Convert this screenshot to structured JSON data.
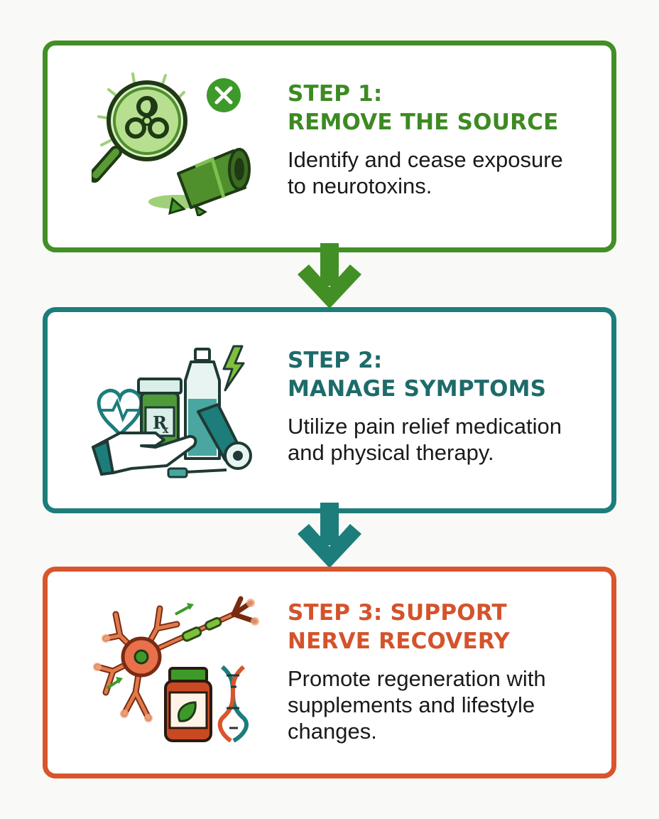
{
  "colors": {
    "step1": "#428f26",
    "step2": "#1c7d7b",
    "step3": "#d9552c"
  },
  "steps": [
    {
      "title_line1": "STEP 1:",
      "title_line2": "REMOVE THE SOURCE",
      "desc_line1": "Identify and cease exposure",
      "desc_line2": "to neurotoxins.",
      "icons": [
        "magnifier-biohazard-icon",
        "close-circle-icon",
        "toxic-barrel-icon"
      ]
    },
    {
      "title_line1": "STEP 2:",
      "title_line2": "MANAGE SYMPTOMS",
      "desc_line1": "Utilize pain relief medication",
      "desc_line2": "and physical therapy.",
      "icons": [
        "heart-pulse-icon",
        "rx-bottle-icon",
        "water-bottle-icon",
        "lightning-icon",
        "hand-icon",
        "exercise-band-icon"
      ]
    },
    {
      "title_line1": "STEP 3: SUPPORT",
      "title_line2": "NERVE RECOVERY",
      "desc_line1": "Promote regeneration with",
      "desc_line2": "supplements and lifestyle",
      "desc_line3": "changes.",
      "icons": [
        "neuron-icon",
        "supplement-jar-icon",
        "dna-icon"
      ]
    }
  ]
}
